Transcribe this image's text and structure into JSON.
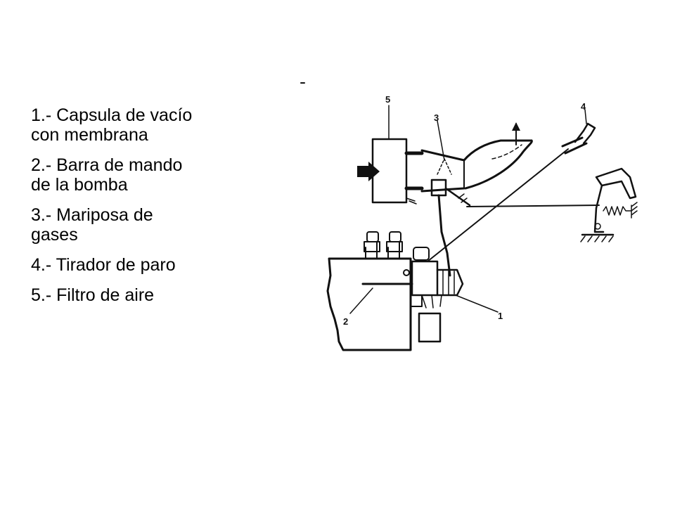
{
  "legend": {
    "items": [
      {
        "number": "1",
        "lines": [
          "1.- Capsula de vacío",
          "con membrana"
        ]
      },
      {
        "number": "2",
        "lines": [
          "2.- Barra de mando",
          "de la bomba"
        ]
      },
      {
        "number": "3",
        "lines": [
          "3.- Mariposa de",
          "gases"
        ]
      },
      {
        "number": "4",
        "lines": [
          "4.- Tirador de paro"
        ]
      },
      {
        "number": "5",
        "lines": [
          "5.- Filtro de aire"
        ]
      }
    ]
  },
  "diagram": {
    "callouts": [
      "1",
      "2",
      "3",
      "4",
      "5"
    ]
  }
}
